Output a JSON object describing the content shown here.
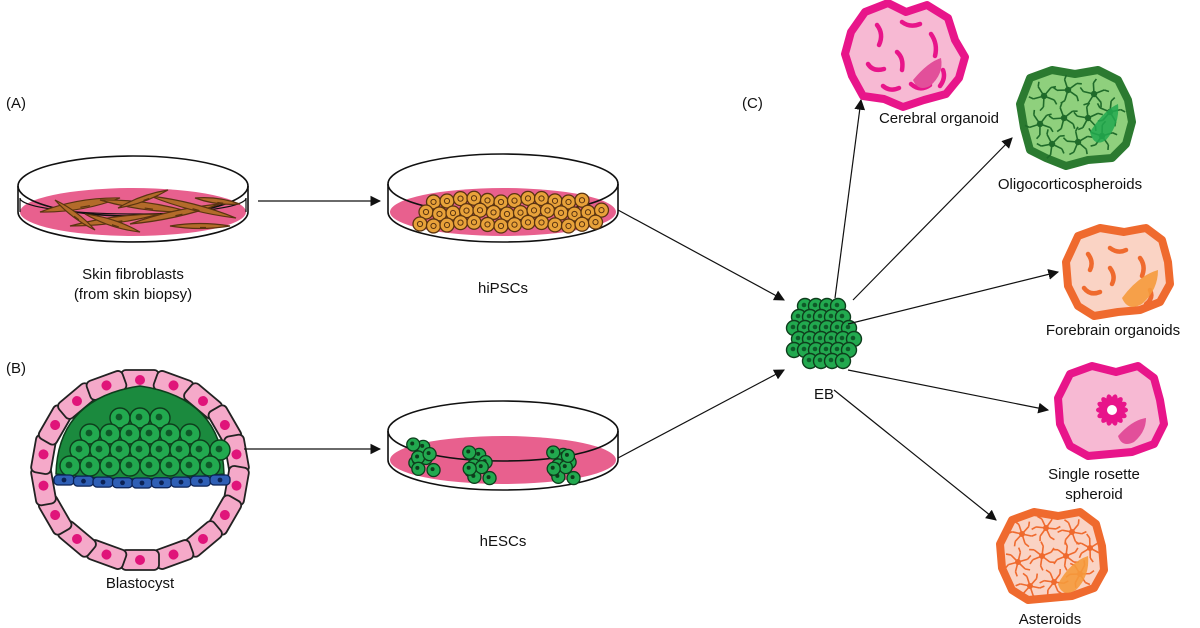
{
  "panels": {
    "a": "(A)",
    "b": "(B)",
    "c": "(C)"
  },
  "labels": {
    "fibroblasts_line1": "Skin fibroblasts",
    "fibroblasts_line2": "(from skin biopsy)",
    "hipscs": "hiPSCs",
    "blastocyst": "Blastocyst",
    "hescs": "hESCs",
    "eb": "EB",
    "cerebral": "Cerebral organoid",
    "oligo": "Oligocorticospheroids",
    "forebrain": "Forebrain organoids",
    "rosette_line1": "Single rosette",
    "rosette_line2": "spheroid",
    "asteroids": "Asteroids"
  },
  "colors": {
    "dish_medium": "#e8608e",
    "fibroblast": "#b36b2a",
    "ipsc": "#e8a23a",
    "stem_green": "#22a94f",
    "trophoblast_pink": "#f5a9c9",
    "nucleus_magenta": "#e0147a",
    "hypoblast_blue": "#2f5fb5",
    "cerebral_border": "#e8158a",
    "oligo_border": "#2b7a30",
    "forebrain_border": "#ef6a2e",
    "rosette_border": "#e8158a",
    "asteroid_border": "#ef6a2e"
  }
}
